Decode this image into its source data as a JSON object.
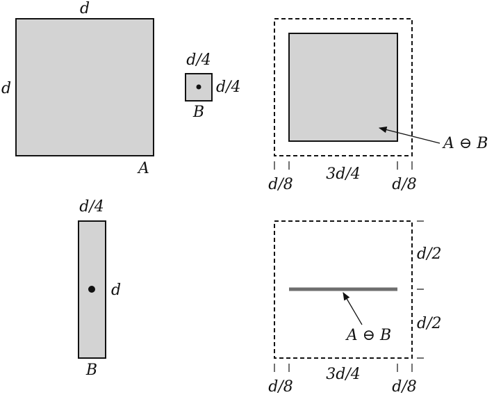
{
  "labels": {
    "d": "d",
    "d4": "d/4",
    "d8": "d/8",
    "d2": "d/2",
    "three_d4": "3d/4",
    "A": "A",
    "B": "B",
    "erosion": "A ⊖ B"
  }
}
